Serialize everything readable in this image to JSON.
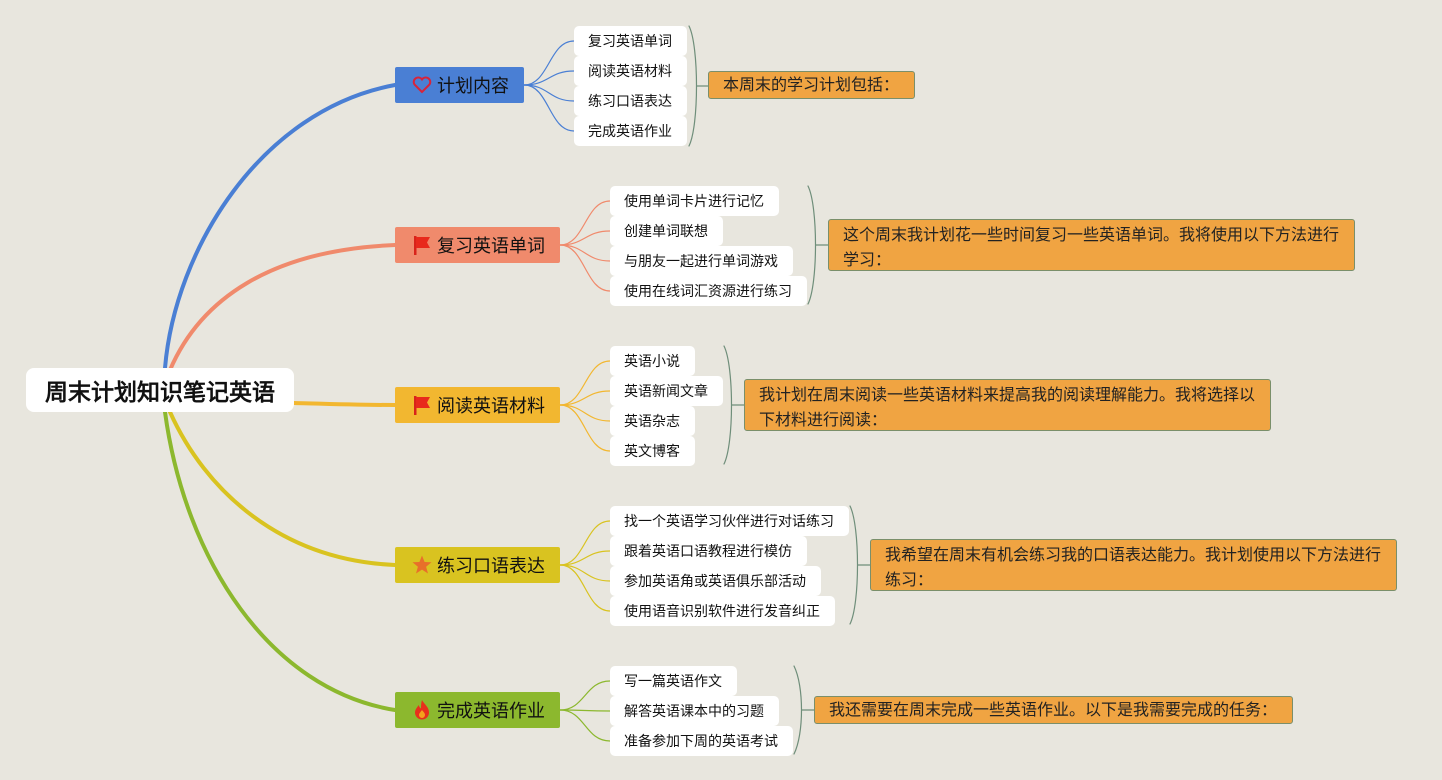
{
  "root": {
    "title": "周末计划知识笔记英语"
  },
  "branches": [
    {
      "label": "计划内容",
      "icon": "heart-icon",
      "color": "#4a7fd4",
      "leaves": [
        "复习英语单词",
        "阅读英语材料",
        "练习口语表达",
        "完成英语作业"
      ],
      "note": "本周末的学习计划包括："
    },
    {
      "label": "复习英语单词",
      "icon": "red-flag-icon",
      "color": "#f08a6c",
      "leaves": [
        "使用单词卡片进行记忆",
        "创建单词联想",
        "与朋友一起进行单词游戏",
        "使用在线词汇资源进行练习"
      ],
      "note": "这个周末我计划花一些时间复习一些英语单词。我将使用以下方法进行学习："
    },
    {
      "label": "阅读英语材料",
      "icon": "red-flag-icon",
      "color": "#f2b730",
      "leaves": [
        "英语小说",
        "英语新闻文章",
        "英语杂志",
        "英文博客"
      ],
      "note": "我计划在周末阅读一些英语材料来提高我的阅读理解能力。我将选择以下材料进行阅读："
    },
    {
      "label": "练习口语表达",
      "icon": "star-icon",
      "color": "#d9c320",
      "leaves": [
        "找一个英语学习伙伴进行对话练习",
        "跟着英语口语教程进行模仿",
        "参加英语角或英语俱乐部活动",
        "使用语音识别软件进行发音纠正"
      ],
      "note": "我希望在周末有机会练习我的口语表达能力。我计划使用以下方法进行练习："
    },
    {
      "label": "完成英语作业",
      "icon": "fire-icon",
      "color": "#8cb82e",
      "leaves": [
        "写一篇英语作文",
        "解答英语课本中的习题",
        "准备参加下周的英语考试"
      ],
      "note": "我还需要在周末完成一些英语作业。以下是我需要完成的任务："
    }
  ]
}
